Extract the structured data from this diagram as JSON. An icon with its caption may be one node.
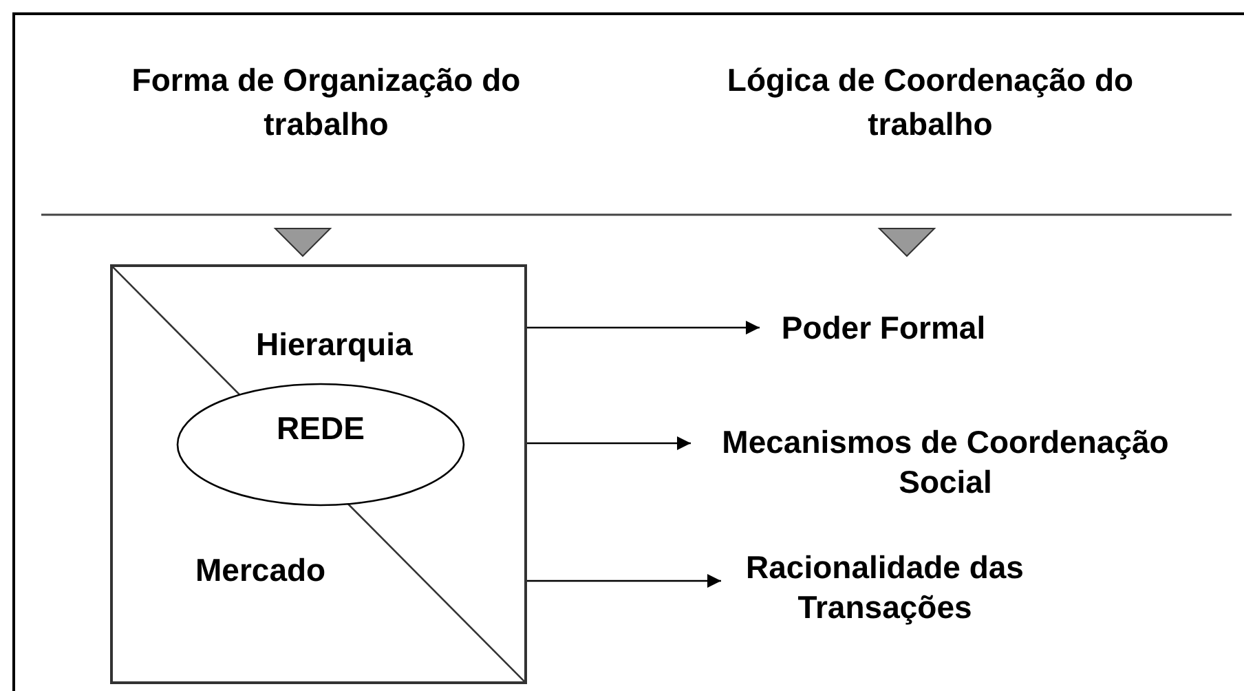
{
  "diagram": {
    "nodes": [
      {
        "text": [
          "Hierarquia",
          "Mercado"
        ]
      },
      {
        "text": [
          "REDE"
        ],
        "in": 0
      },
      {
        "text": [
          "Poder Formal"
        ]
      },
      {
        "text": [
          "Mecanismos de Coordenação Social"
        ]
      },
      {
        "text": [
          "Racionalidade das Transações"
        ]
      }
    ],
    "edges": [
      {
        "from": 0,
        "to": 2,
        "arrow": "to"
      },
      {
        "from": 0,
        "to": 3,
        "arrow": "to"
      },
      {
        "from": 0,
        "to": 4,
        "arrow": "to"
      }
    ],
    "labels": [
      "Forma de Organização do trabalho",
      "Lógica de Coordenação do trabalho"
    ]
  }
}
